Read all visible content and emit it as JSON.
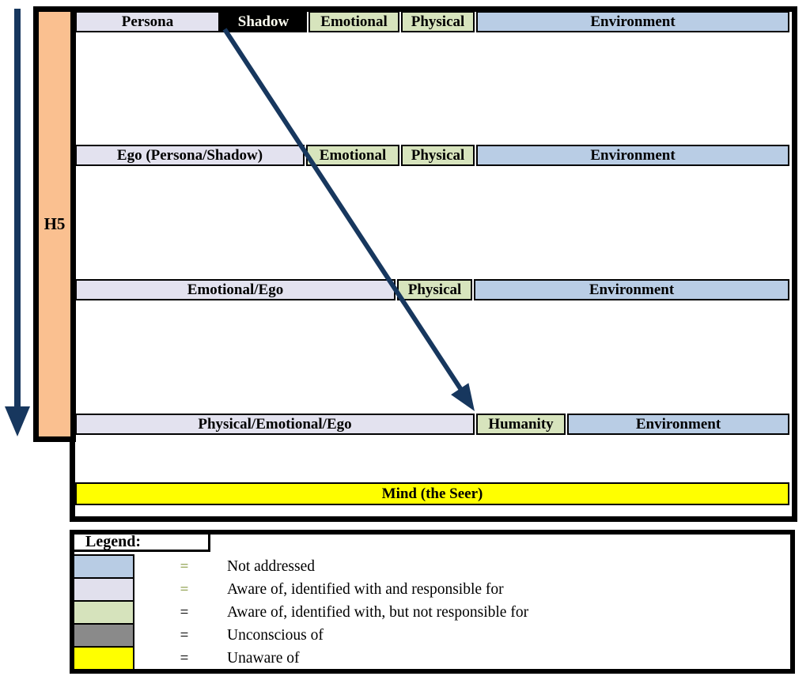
{
  "diagram": {
    "h5": {
      "label": "H5"
    },
    "rows": [
      {
        "cells": [
          {
            "label": "Persona"
          },
          {
            "label": "Shadow"
          },
          {
            "label": "Emotional"
          },
          {
            "label": "Physical"
          },
          {
            "label": "Environment"
          }
        ]
      },
      {
        "cells": [
          {
            "label": "Ego (Persona/Shadow)"
          },
          {
            "label": "Emotional"
          },
          {
            "label": "Physical"
          },
          {
            "label": "Environment"
          }
        ]
      },
      {
        "cells": [
          {
            "label": "Emotional/Ego"
          },
          {
            "label": "Physical"
          },
          {
            "label": "Environment"
          }
        ]
      },
      {
        "cells": [
          {
            "label": "Physical/Emotional/Ego"
          },
          {
            "label": "Humanity"
          },
          {
            "label": "Environment"
          }
        ]
      }
    ],
    "mind_bar": {
      "label": "Mind (the Seer)"
    }
  },
  "legend": {
    "title": "Legend:",
    "equals_sign": "=",
    "items": [
      {
        "swatch_color": "#B8CCE4",
        "label": "Not addressed"
      },
      {
        "swatch_color": "#E1E0ED",
        "label": "Aware of, identified with and responsible for"
      },
      {
        "swatch_color": "#D6E3BC",
        "label": "Aware of, identified with, but not responsible for"
      },
      {
        "swatch_color": "#8A8A8A",
        "label": "Unconscious of"
      },
      {
        "swatch_color": "#FFFF00",
        "label": "Unaware of"
      }
    ]
  },
  "colors": {
    "orange_column": "#FAC090",
    "lavender": "#E3E2EF",
    "green": "#D7E4BD",
    "blue": "#B9CDE5",
    "yellow": "#FFFF00",
    "shadow_black": "#000000",
    "arrow_navy": "#17375E"
  }
}
